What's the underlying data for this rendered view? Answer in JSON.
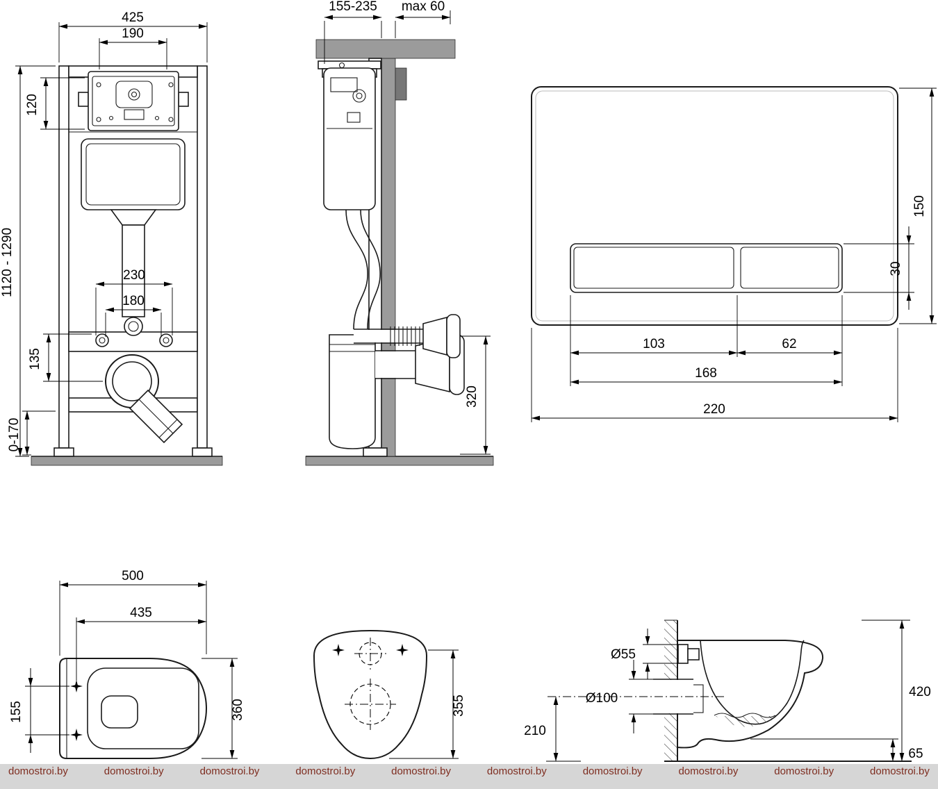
{
  "views": {
    "frame_front": {
      "dims": {
        "overall_width": "425",
        "opening_width": "190",
        "opening_height": "120",
        "height_range": "1120 - 1290",
        "fixing_wide": "230",
        "fixing_narrow": "180",
        "outlet_drop": "135",
        "foot_range": "0-170"
      }
    },
    "frame_side": {
      "dims": {
        "depth_range": "155-235",
        "wall_max": "max 60",
        "outlet_height": "320"
      }
    },
    "flush_plate": {
      "dims": {
        "height": "150",
        "button_height": "30",
        "button_large_width": "103",
        "button_small_width": "62",
        "buttons_total": "168",
        "width": "220"
      }
    },
    "bowl_top": {
      "dims": {
        "length": "500",
        "length_inner": "435",
        "hole_spacing": "155",
        "width": "360"
      }
    },
    "bowl_bottom": {
      "dims": {
        "length": "355"
      }
    },
    "bowl_side": {
      "dims": {
        "inlet_diameter": "Ø55",
        "outlet_diameter": "Ø100",
        "outlet_axis_height": "210",
        "overall_height": "420",
        "bottom_clearance": "65"
      }
    }
  },
  "watermark": {
    "text": "domostroi.by"
  }
}
